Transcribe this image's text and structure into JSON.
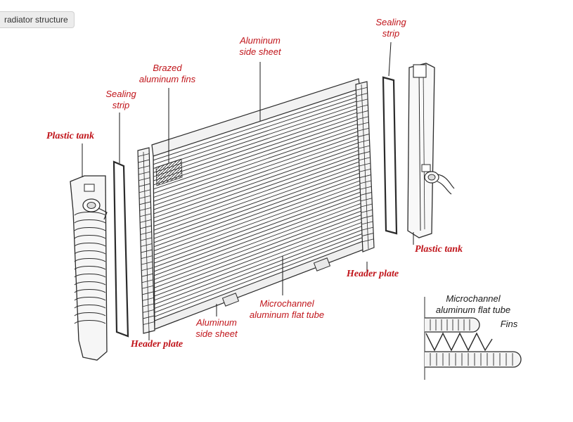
{
  "tag_label": "radiator structure",
  "labels": {
    "aluminum_side_sheet_top": "Aluminum\nside sheet",
    "sealing_strip_right": "Sealing\nstrip",
    "brazed_aluminum_fins": "Brazed\naluminum fins",
    "sealing_strip_left": "Sealing\nstrip",
    "plastic_tank_left": "Plastic tank",
    "plastic_tank_right": "Plastic tank",
    "header_plate_right": "Header plate",
    "microchannel_tube": "Microchannel\naluminum flat tube",
    "aluminum_side_sheet_bottom": "Aluminum\nside sheet",
    "header_plate_left": "Header plate",
    "inset_microchannel": "Microchannel\naluminum flat tube",
    "inset_fins": "Fins"
  },
  "colors": {
    "label_red": "#c0141a",
    "line": "#2b2b2b"
  }
}
